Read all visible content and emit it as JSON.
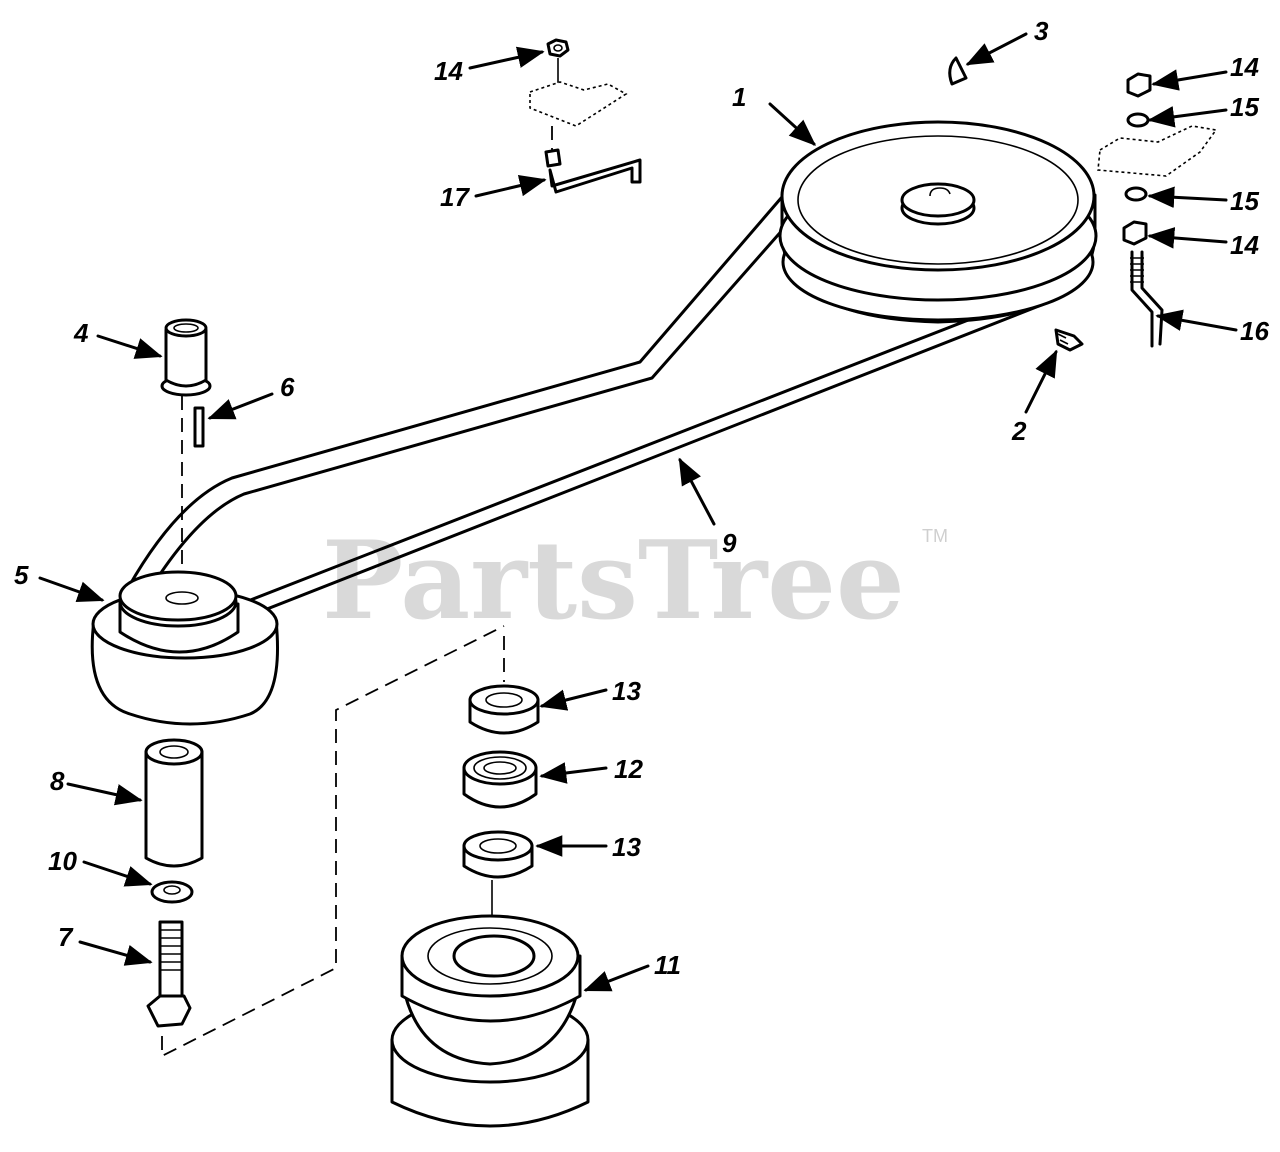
{
  "watermark": {
    "text": "PartsTree",
    "trademark": "TM"
  },
  "callouts": [
    {
      "id": "callout-1",
      "num": "1"
    },
    {
      "id": "callout-2",
      "num": "2"
    },
    {
      "id": "callout-3",
      "num": "3"
    },
    {
      "id": "callout-4",
      "num": "4"
    },
    {
      "id": "callout-5",
      "num": "5"
    },
    {
      "id": "callout-6",
      "num": "6"
    },
    {
      "id": "callout-7",
      "num": "7"
    },
    {
      "id": "callout-8",
      "num": "8"
    },
    {
      "id": "callout-9",
      "num": "9"
    },
    {
      "id": "callout-10",
      "num": "10"
    },
    {
      "id": "callout-11",
      "num": "11"
    },
    {
      "id": "callout-12",
      "num": "12"
    },
    {
      "id": "callout-13a",
      "num": "13"
    },
    {
      "id": "callout-13b",
      "num": "13"
    },
    {
      "id": "callout-14a",
      "num": "14"
    },
    {
      "id": "callout-14b",
      "num": "14"
    },
    {
      "id": "callout-14c",
      "num": "14"
    },
    {
      "id": "callout-15a",
      "num": "15"
    },
    {
      "id": "callout-15b",
      "num": "15"
    },
    {
      "id": "callout-16",
      "num": "16"
    },
    {
      "id": "callout-17",
      "num": "17"
    }
  ]
}
